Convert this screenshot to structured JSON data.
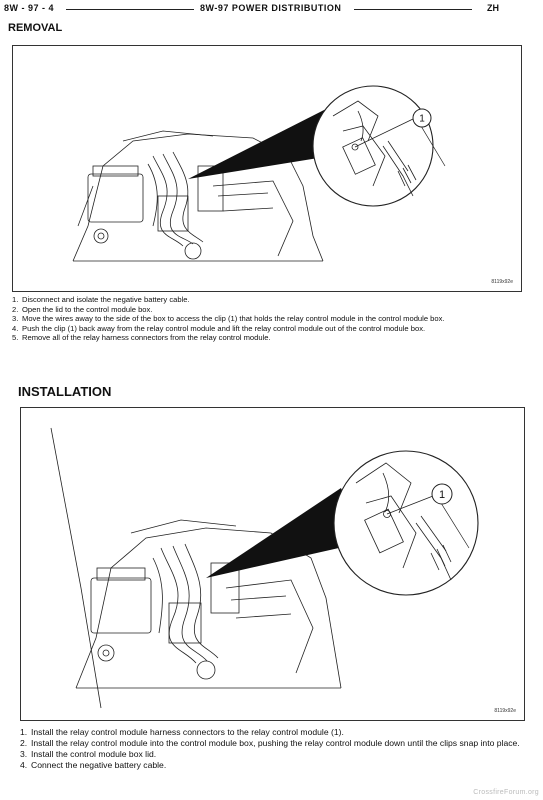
{
  "header": {
    "page_ref": "8W - 97 - 4",
    "section_title": "8W-97 POWER DISTRIBUTION",
    "model": "ZH"
  },
  "removal": {
    "heading": "REMOVAL",
    "figure_code": "8119x92e",
    "callout": "1",
    "steps": [
      {
        "num": "1.",
        "text": "Disconnect and isolate the negative battery cable."
      },
      {
        "num": "2.",
        "text": "Open the lid to the control module box."
      },
      {
        "num": "3.",
        "text": "Move the wires away to the side of the box to access the clip (1) that holds the relay control module in the control module box."
      },
      {
        "num": "4.",
        "text": "Push the clip (1) back away from the relay control module and lift the relay control module out of the control module box."
      },
      {
        "num": "5.",
        "text": "Remove all of the relay harness connectors from the relay control module."
      }
    ]
  },
  "installation": {
    "heading": "INSTALLATION",
    "figure_code": "8119x92e",
    "callout": "1",
    "steps": [
      {
        "num": "1.",
        "text": "Install the relay control module harness connectors to the relay control module (1)."
      },
      {
        "num": "2.",
        "text": "Install the relay control module into the control module box, pushing the relay control module down until the clips snap into place."
      },
      {
        "num": "3.",
        "text": "Install the control module box lid."
      },
      {
        "num": "4.",
        "text": "Connect the negative battery cable."
      }
    ]
  },
  "watermark": "CrossfireForum.org"
}
